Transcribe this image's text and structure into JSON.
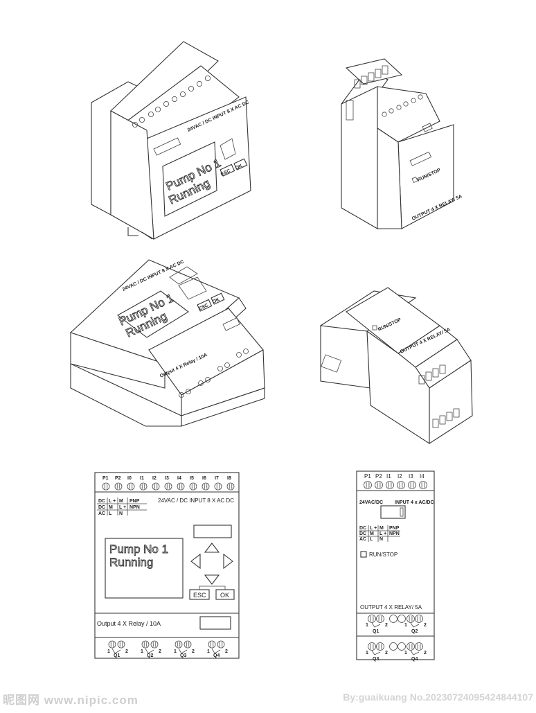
{
  "lcd": {
    "line1": "Pump No 1",
    "line2": "Running"
  },
  "buttons": {
    "esc": "ESC",
    "ok": "OK"
  },
  "main_module": {
    "top_terminals": [
      "P1",
      "P2",
      "I0",
      "I1",
      "I2",
      "I3",
      "I4",
      "I5",
      "I6",
      "I7",
      "I8"
    ],
    "input_label": "24VAC / DC   INPUT 8 X AC DC",
    "input_label_iso": "24VAC / DC    INPUT 8 X AC DC",
    "supply_table": [
      [
        "DC",
        "L +",
        "M",
        "PNP"
      ],
      [
        "DC",
        "M",
        "L +",
        "NPN"
      ],
      [
        "AC",
        "L",
        "N",
        ""
      ]
    ],
    "output_label": "Output 4 X Relay / 10A",
    "outputs": [
      "Q1",
      "Q2",
      "Q3",
      "Q4"
    ],
    "contacts": [
      "1",
      "2"
    ]
  },
  "expansion_module": {
    "top_terminals": [
      "P1",
      "P2",
      "I1",
      "I2",
      "I3",
      "I4"
    ],
    "supply_label": "24VAC/DC",
    "input_label": "INPUT 4 x AC/DC",
    "supply_table": [
      [
        "DC",
        "L +",
        "M",
        "PNP"
      ],
      [
        "DC",
        "M",
        "L +",
        "NPN"
      ],
      [
        "AC",
        "L",
        "N",
        ""
      ]
    ],
    "run_stop": "RUN/STOP",
    "output_label": "OUTPUT  4 X RELAY/ 5A",
    "output_label_iso": "OUTPUT  4 X RELAY/ 5A",
    "outputs": [
      "Q1",
      "Q2",
      "Q3",
      "Q4"
    ],
    "contacts": [
      "1",
      "2"
    ]
  },
  "watermark": {
    "site": "昵图网 www.nipic.com",
    "credit": "By:guaikuang No.20230724095424844107"
  }
}
